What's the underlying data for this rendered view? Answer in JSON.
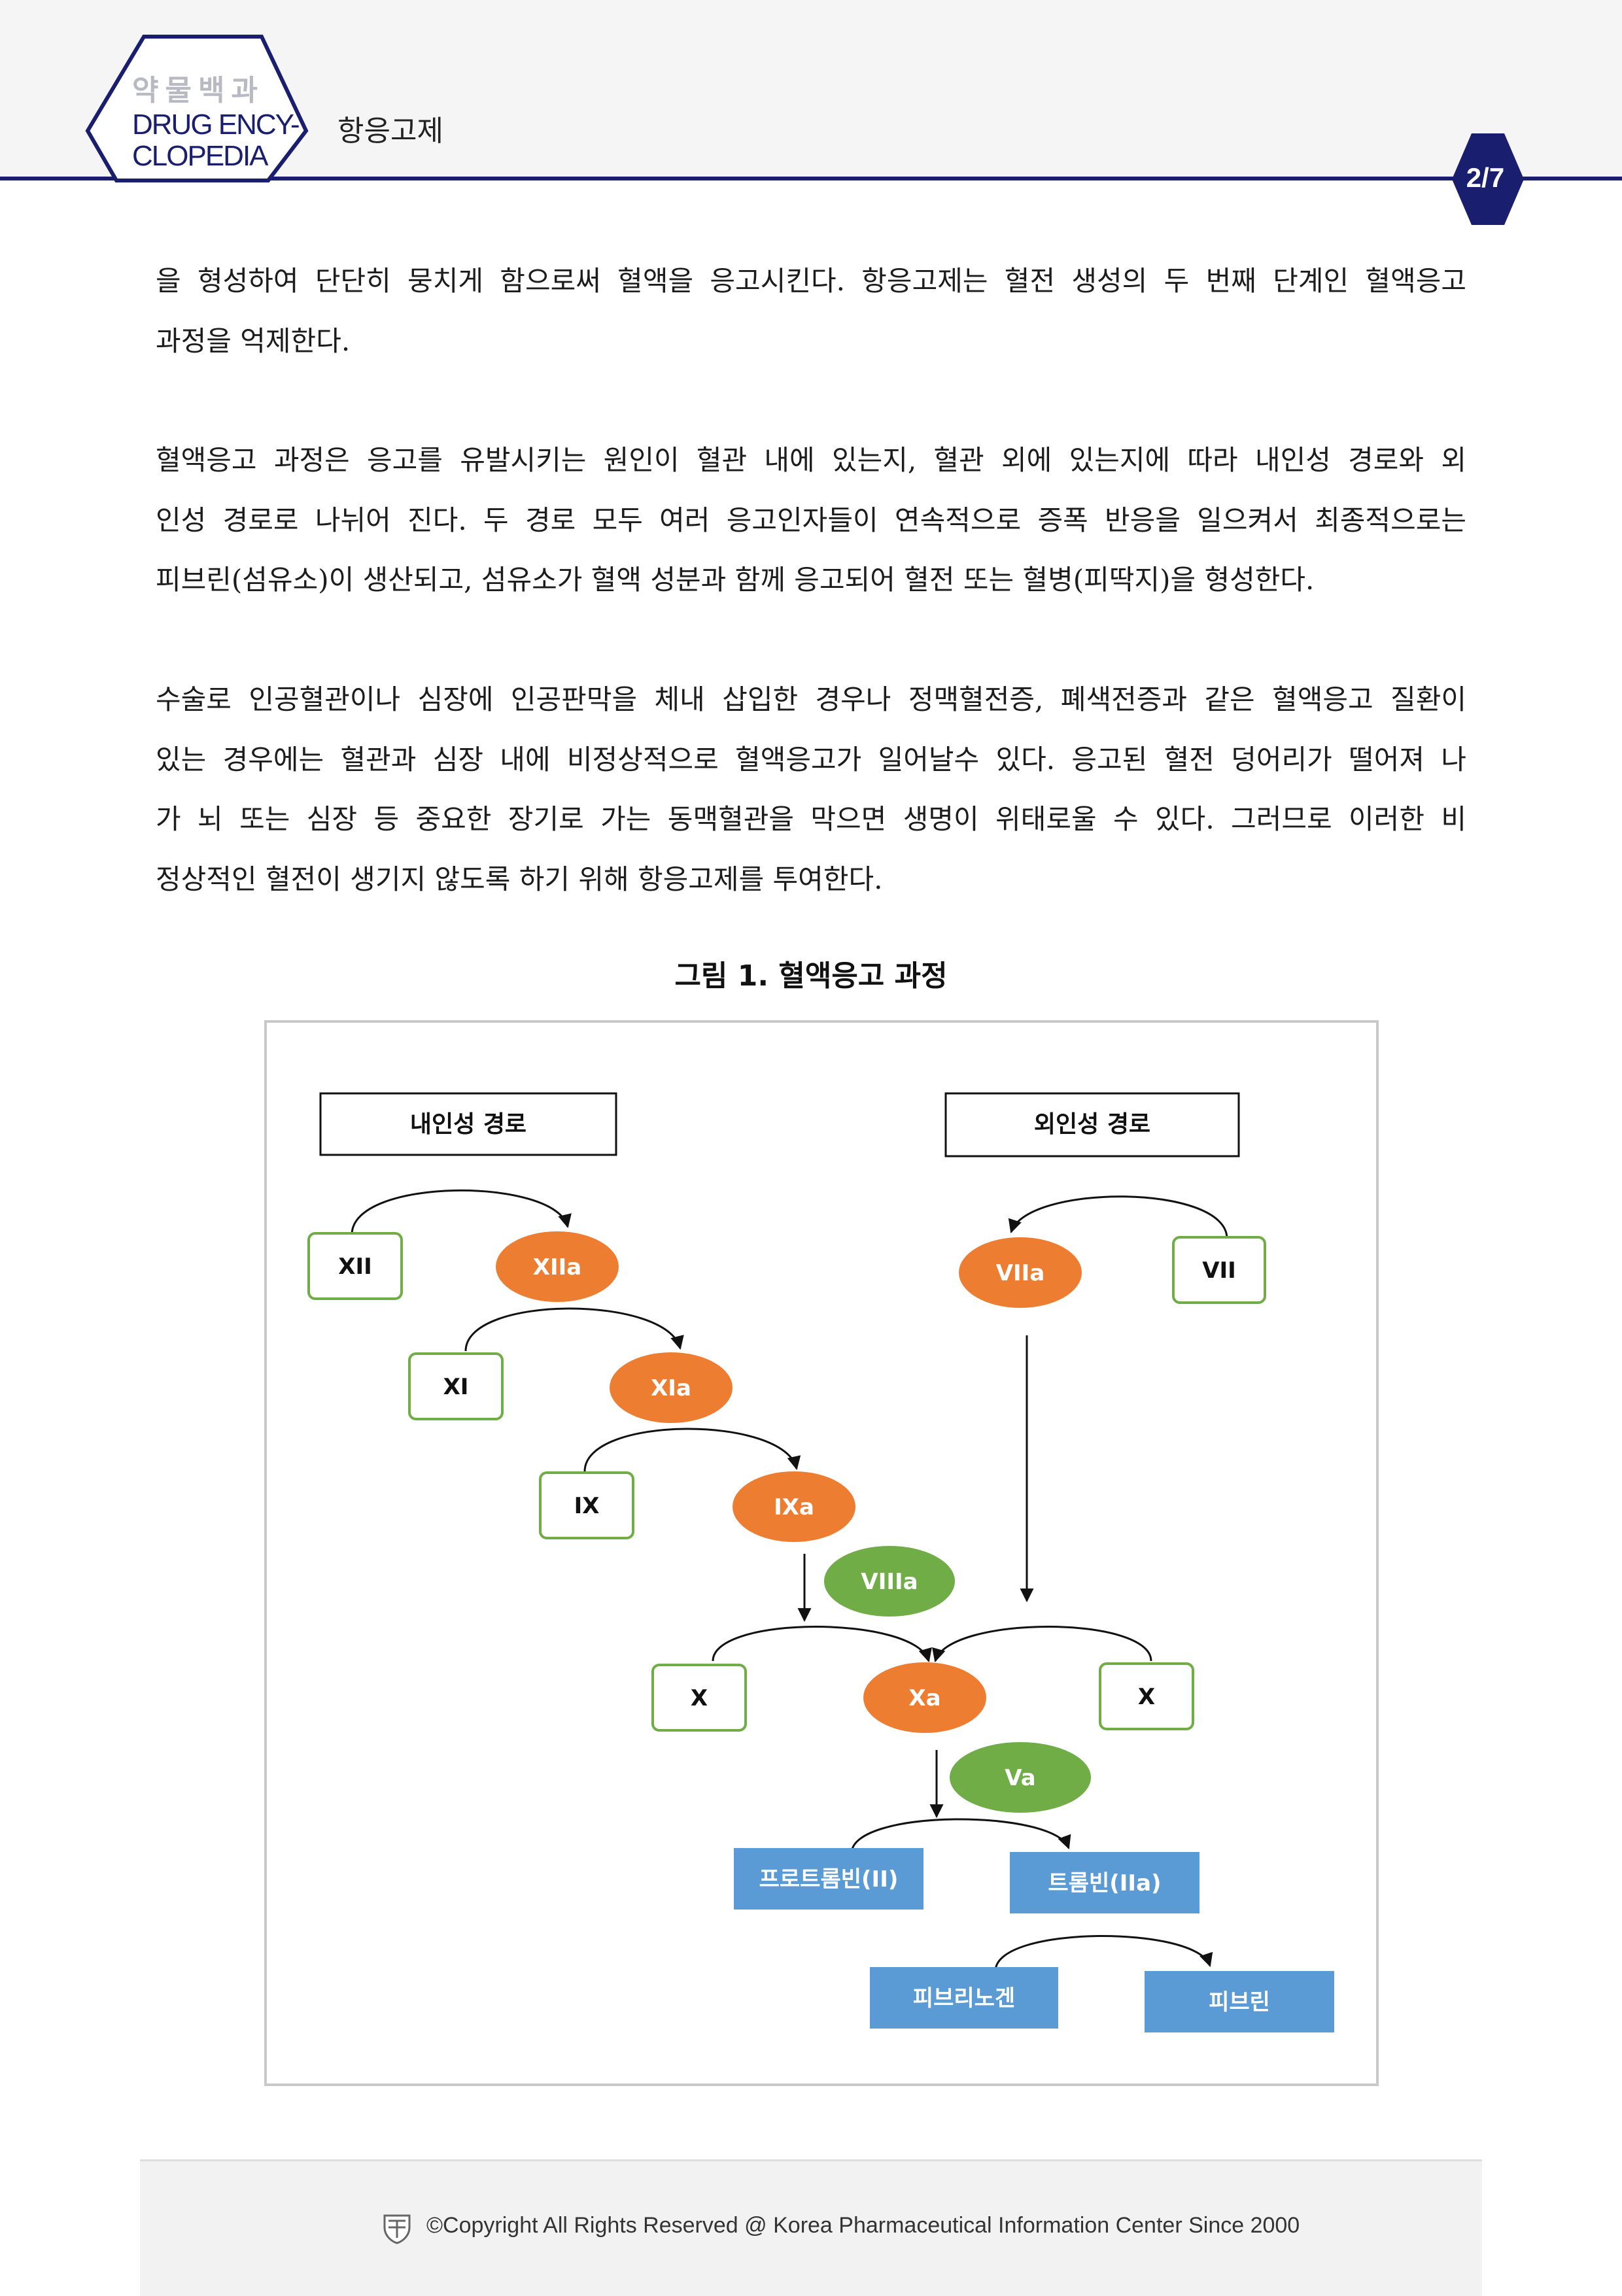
{
  "header": {
    "logo_ko": "약물백과",
    "logo_en_line1": "DRUG ENCY-",
    "logo_en_line2": "CLOPEDIA",
    "title": "항응고제",
    "page": "2/7",
    "colors": {
      "navy": "#1a1e6e",
      "band": "#f5f5f5"
    }
  },
  "paragraphs": [
    {
      "lines": [
        "을 형성하여 단단히 뭉치게 함으로써 혈액을 응고시킨다. 항응고제는 혈전 생성의 두 번째 단계인 혈액응고",
        "과정을 억제한다."
      ]
    },
    {
      "lines": [
        "혈액응고 과정은 응고를 유발시키는 원인이 혈관 내에 있는지, 혈관 외에 있는지에 따라 내인성 경로와 외",
        "인성 경로로 나뉘어 진다. 두 경로 모두 여러 응고인자들이 연속적으로 증폭 반응을 일으켜서 최종적으로는",
        "피브린(섬유소)이 생산되고, 섬유소가 혈액 성분과 함께 응고되어 혈전 또는 혈병(피딱지)을 형성한다."
      ]
    },
    {
      "lines": [
        "수술로 인공혈관이나 심장에 인공판막을 체내 삽입한 경우나 정맥혈전증, 폐색전증과 같은 혈액응고 질환이",
        "있는 경우에는 혈관과 심장 내에 비정상적으로 혈액응고가 일어날수 있다. 응고된 혈전 덩어리가 떨어져 나",
        "가 뇌 또는 심장 등 중요한 장기로 가는 동맥혈관을 막으면 생명이 위태로울 수 있다. 그러므로 이러한 비",
        "정상적인 혈전이 생기지 않도록 하기 위해 항응고제를 투여한다."
      ]
    }
  ],
  "figure": {
    "caption": "그림 1. 혈액응고 과정",
    "intrinsic_label": "내인성 경로",
    "extrinsic_label": "외인성 경로",
    "nodes": {
      "XII": "XII",
      "XIIa": "XIIa",
      "XI": "XI",
      "XIa": "XIa",
      "IX": "IX",
      "IXa": "IXa",
      "VIIIa": "VIIIa",
      "VIIa": "VIIa",
      "VII": "VII",
      "X_left": "X",
      "Xa": "Xa",
      "X_right": "X",
      "Va": "Va",
      "prothrombin": "프로트롬빈(II)",
      "thrombin": "트롬빈(IIa)",
      "fibrinogen": "피브리노겐",
      "fibrin": "피브린"
    },
    "colors": {
      "orange": "#ed7d31",
      "green": "#70ad47",
      "blue": "#5b9bd5",
      "green_outline": "#70ad47"
    }
  },
  "footer": {
    "copyright": "©Copyright All Rights Reserved @ Korea Pharmaceutical Information Center Since 2000"
  }
}
